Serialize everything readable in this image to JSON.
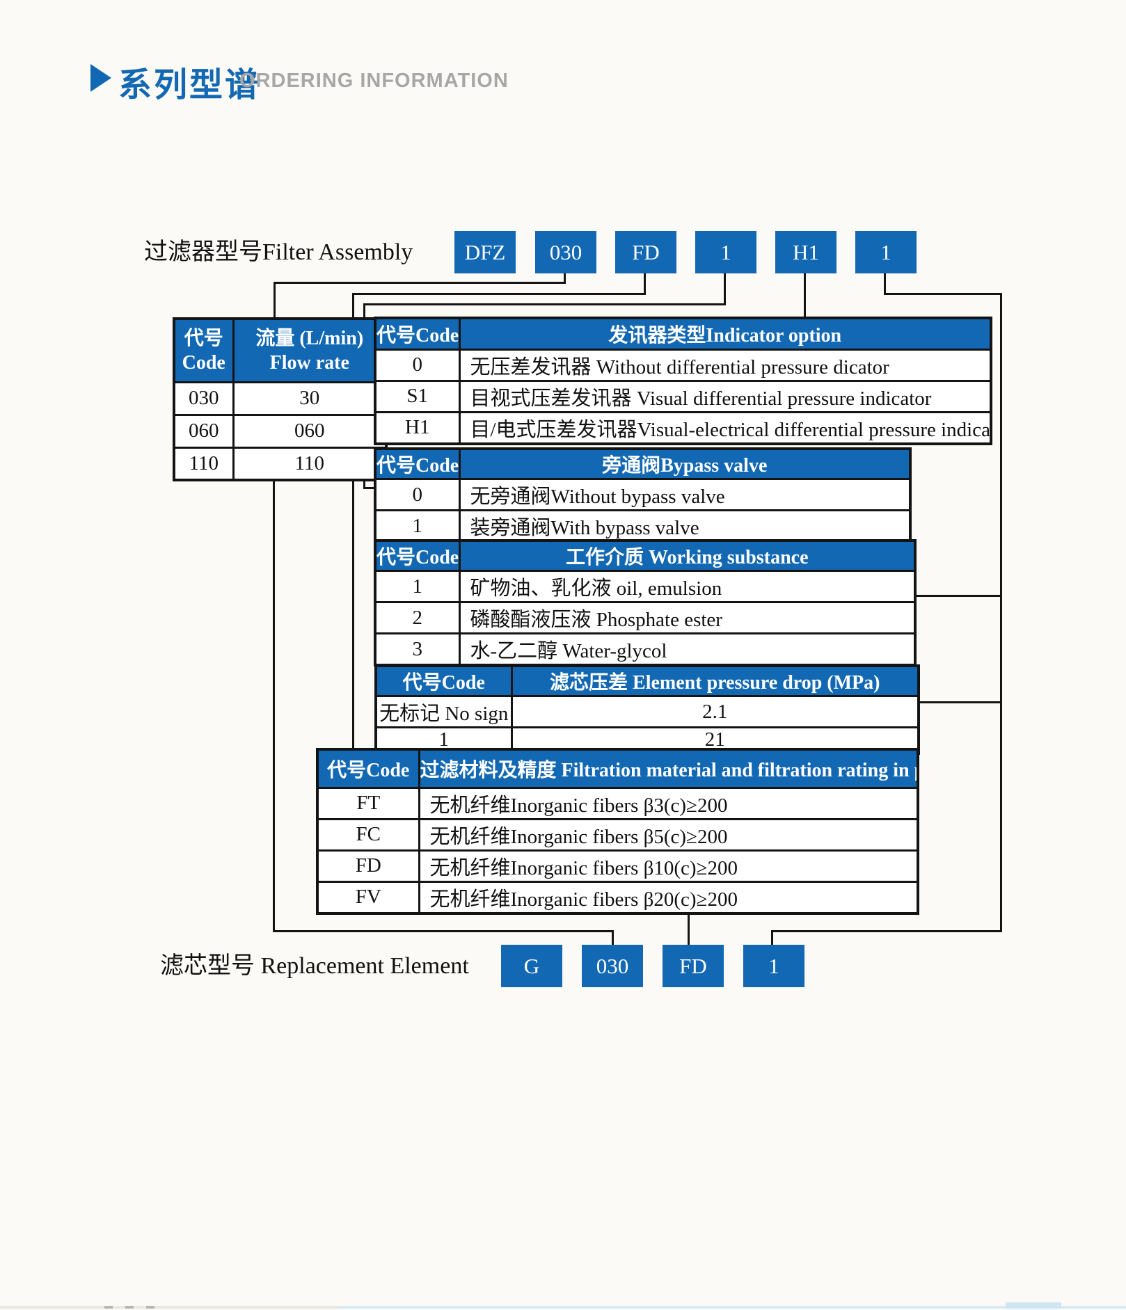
{
  "header": {
    "arrow_icon": "right-triangle",
    "title_cn": "系列型谱",
    "title_en": "ORDERING INFORMATION"
  },
  "filter_assembly": {
    "label": "过滤器型号Filter Assembly",
    "codes": [
      "DFZ",
      "030",
      "FD",
      "1",
      "H1",
      "1"
    ]
  },
  "replacement_element": {
    "label": "滤芯型号 Replacement Element",
    "codes": [
      "G",
      "030",
      "FD",
      "1"
    ]
  },
  "flow_table": {
    "code_cn": "代号",
    "code_en": "Code",
    "value_cn": "流量 (L/min)",
    "value_en": "Flow rate",
    "rows": [
      [
        "030",
        "30"
      ],
      [
        "060",
        "060"
      ],
      [
        "110",
        "110"
      ]
    ]
  },
  "indicator_table": {
    "code_header": "代号Code",
    "title": "发讯器类型Indicator option",
    "rows": [
      [
        "0",
        "无压差发讯器 Without differential pressure dicator"
      ],
      [
        "S1",
        "目视式压差发讯器 Visual differential pressure indicator"
      ],
      [
        "H1",
        "目/电式压差发讯器Visual-electrical differential pressure indicator"
      ]
    ]
  },
  "bypass_table": {
    "code_header": "代号Code",
    "title": "旁通阀Bypass valve",
    "rows": [
      [
        "0",
        "无旁通阀Without bypass valve"
      ],
      [
        "1",
        "装旁通阀With bypass valve"
      ]
    ]
  },
  "working_table": {
    "code_header": "代号Code",
    "title": "工作介质 Working substance",
    "rows": [
      [
        "1",
        "矿物油、乳化液 oil, emulsion"
      ],
      [
        "2",
        "磷酸酯液压液 Phosphate ester"
      ],
      [
        "3",
        "水-乙二醇 Water-glycol"
      ]
    ]
  },
  "pressure_table": {
    "code_header": "代号Code",
    "title": "滤芯压差 Element pressure drop (MPa)",
    "rows": [
      [
        "无标记 No sign",
        "2.1"
      ],
      [
        "1",
        "21"
      ]
    ]
  },
  "filtration_table": {
    "code_header": "代号Code",
    "title": "过滤材料及精度 Filtration material and filtration rating in μm",
    "rows": [
      [
        "FT",
        "无机纤维Inorganic fibers β3(c)≥200"
      ],
      [
        "FC",
        "无机纤维Inorganic fibers β5(c)≥200"
      ],
      [
        "FD",
        "无机纤维Inorganic fibers β10(c)≥200"
      ],
      [
        "FV",
        "无机纤维Inorganic fibers β20(c)≥200"
      ]
    ]
  },
  "colors": {
    "accent_blue": "#1268b3",
    "title_gray": "#a7a7a7",
    "line_black": "#141414"
  }
}
